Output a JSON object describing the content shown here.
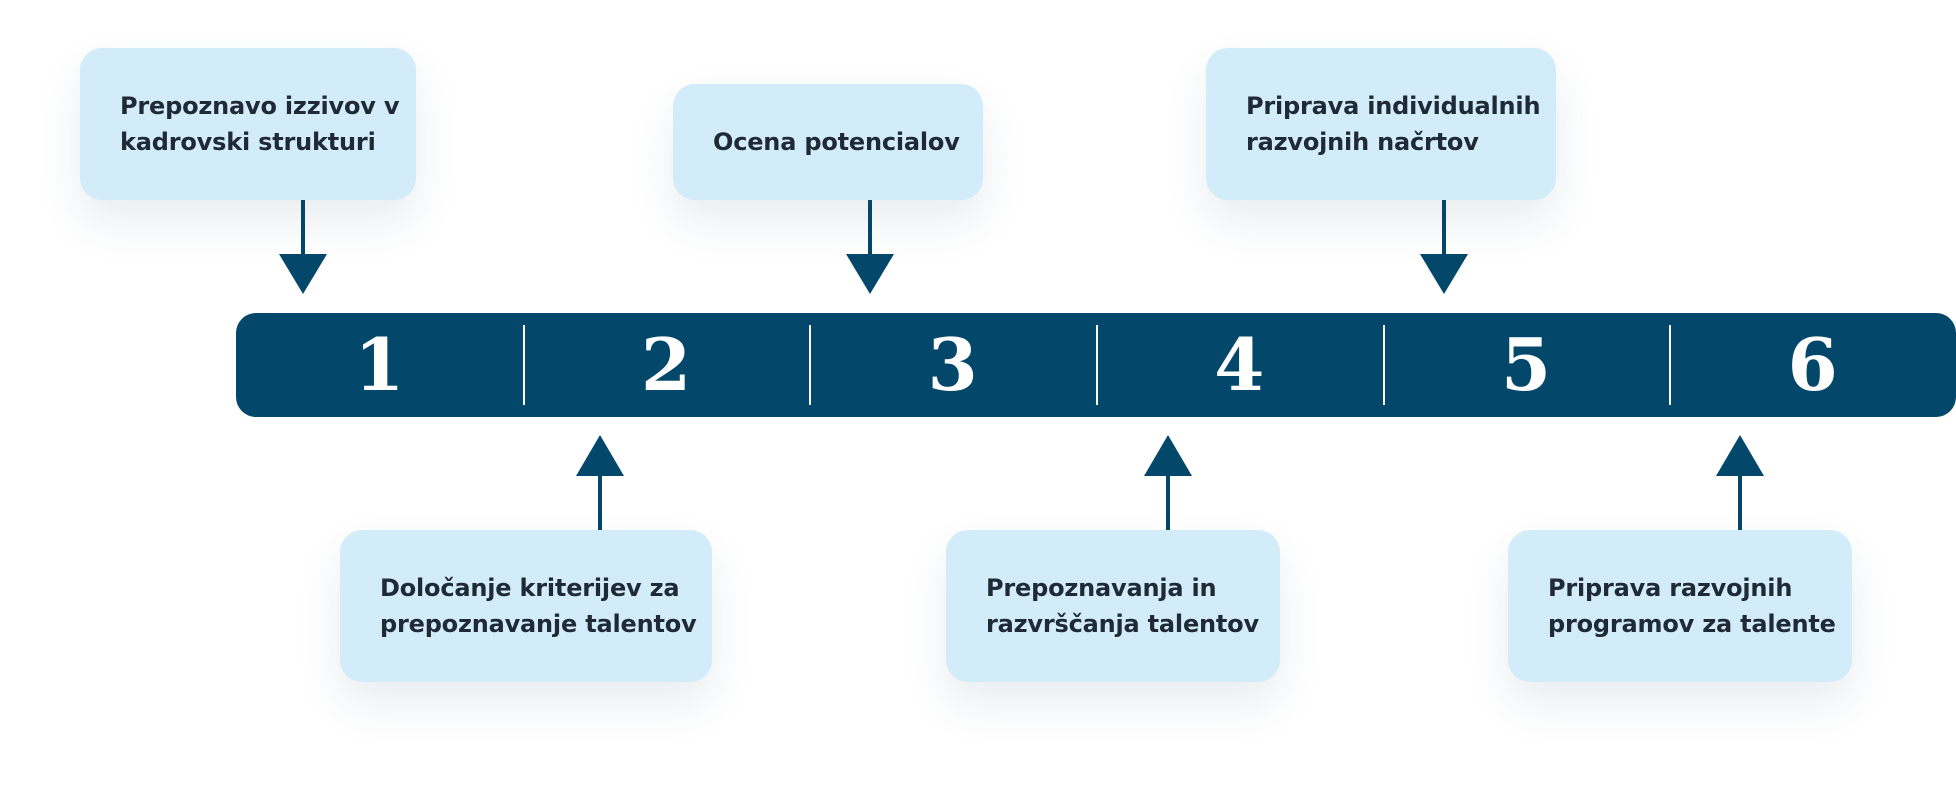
{
  "steps": [
    {
      "number": "1",
      "label_line1": "Prepoznavo izzivov v",
      "label_line2": "kadrovski strukturi"
    },
    {
      "number": "2",
      "label_line1": "Določanje kriterijev za",
      "label_line2": "prepoznavanje talentov"
    },
    {
      "number": "3",
      "label_line1": "Ocena potencialov",
      "label_line2": ""
    },
    {
      "number": "4",
      "label_line1": "Prepoznavanja in",
      "label_line2": "razvrščanja talentov"
    },
    {
      "number": "5",
      "label_line1": "Priprava individualnih",
      "label_line2": "razvojnih načrtov"
    },
    {
      "number": "6",
      "label_line1": "Priprava razvojnih",
      "label_line2": "programov za talente"
    }
  ],
  "colors": {
    "timeline": "#03476b",
    "box": "#d3ecfa",
    "text": "#1f2a36"
  }
}
